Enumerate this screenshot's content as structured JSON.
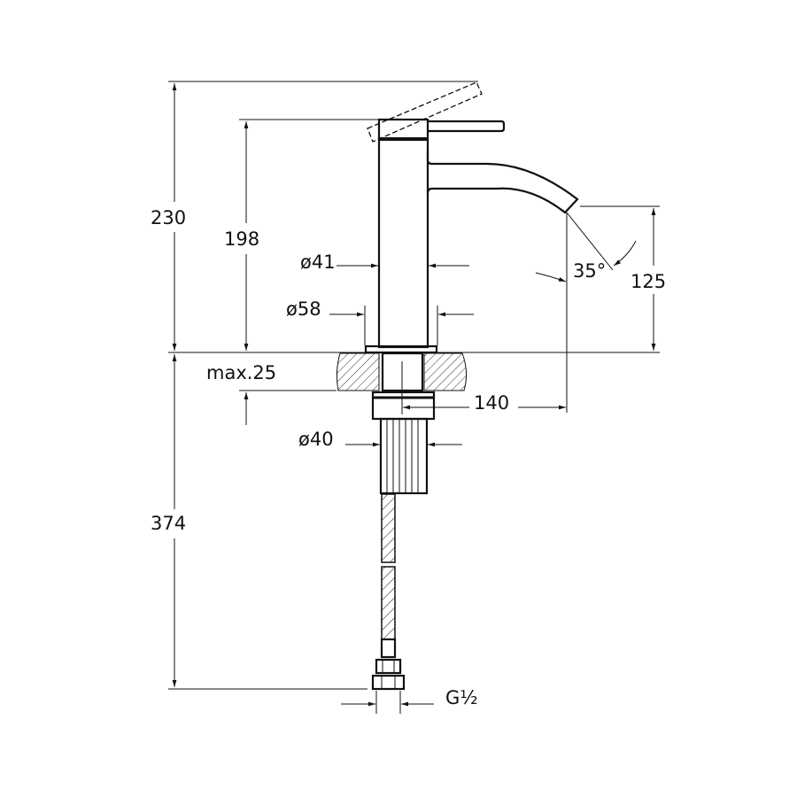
{
  "drawing": {
    "title": "Basin mixer technical drawing",
    "line_color": "#111111",
    "dimensions": {
      "total_height": "230",
      "body_height": "198",
      "spout_height": "125",
      "spout_reach": "140",
      "spout_angle": "35°",
      "body_diameter": "ø41",
      "base_diameter": "ø58",
      "counter_thickness": "max.25",
      "shank_diameter": "ø40",
      "hose_length": "374",
      "connection_thread": "G½"
    }
  }
}
